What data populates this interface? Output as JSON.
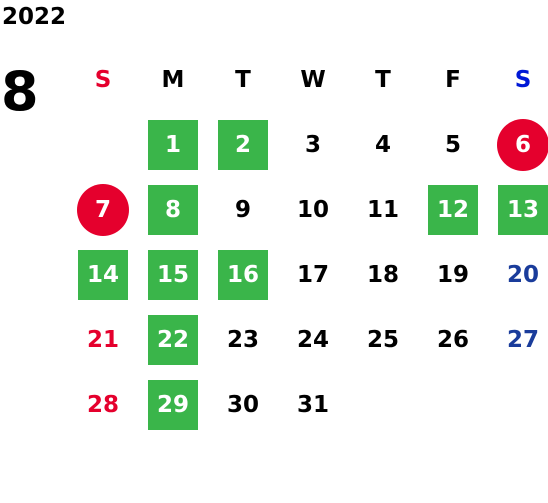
{
  "year": "2022",
  "month": "8",
  "weekdays": [
    {
      "label": "S",
      "color": "#e5002d"
    },
    {
      "label": "M",
      "color": "#000000"
    },
    {
      "label": "T",
      "color": "#000000"
    },
    {
      "label": "W",
      "color": "#000000"
    },
    {
      "label": "T",
      "color": "#000000"
    },
    {
      "label": "F",
      "color": "#000000"
    },
    {
      "label": "S",
      "color": "#0018d6"
    }
  ],
  "colors": {
    "closed_day_box": "#3ab54a",
    "holiday_circle": "#e5002d",
    "sunday_text": "#e5002d",
    "saturday_text": "#1a3c9b"
  },
  "days": [
    {
      "day": "1",
      "weekday": 1,
      "week": 0,
      "style": "green"
    },
    {
      "day": "2",
      "weekday": 2,
      "week": 0,
      "style": "green"
    },
    {
      "day": "3",
      "weekday": 3,
      "week": 0,
      "style": "plain"
    },
    {
      "day": "4",
      "weekday": 4,
      "week": 0,
      "style": "plain"
    },
    {
      "day": "5",
      "weekday": 5,
      "week": 0,
      "style": "plain"
    },
    {
      "day": "6",
      "weekday": 6,
      "week": 0,
      "style": "circle"
    },
    {
      "day": "7",
      "weekday": 0,
      "week": 1,
      "style": "circle"
    },
    {
      "day": "8",
      "weekday": 1,
      "week": 1,
      "style": "green"
    },
    {
      "day": "9",
      "weekday": 2,
      "week": 1,
      "style": "plain"
    },
    {
      "day": "10",
      "weekday": 3,
      "week": 1,
      "style": "plain"
    },
    {
      "day": "11",
      "weekday": 4,
      "week": 1,
      "style": "plain"
    },
    {
      "day": "12",
      "weekday": 5,
      "week": 1,
      "style": "green"
    },
    {
      "day": "13",
      "weekday": 6,
      "week": 1,
      "style": "green"
    },
    {
      "day": "14",
      "weekday": 0,
      "week": 2,
      "style": "green"
    },
    {
      "day": "15",
      "weekday": 1,
      "week": 2,
      "style": "green"
    },
    {
      "day": "16",
      "weekday": 2,
      "week": 2,
      "style": "green"
    },
    {
      "day": "17",
      "weekday": 3,
      "week": 2,
      "style": "plain"
    },
    {
      "day": "18",
      "weekday": 4,
      "week": 2,
      "style": "plain"
    },
    {
      "day": "19",
      "weekday": 5,
      "week": 2,
      "style": "plain"
    },
    {
      "day": "20",
      "weekday": 6,
      "week": 2,
      "style": "sat"
    },
    {
      "day": "21",
      "weekday": 0,
      "week": 3,
      "style": "sun"
    },
    {
      "day": "22",
      "weekday": 1,
      "week": 3,
      "style": "green"
    },
    {
      "day": "23",
      "weekday": 2,
      "week": 3,
      "style": "plain"
    },
    {
      "day": "24",
      "weekday": 3,
      "week": 3,
      "style": "plain"
    },
    {
      "day": "25",
      "weekday": 4,
      "week": 3,
      "style": "plain"
    },
    {
      "day": "26",
      "weekday": 5,
      "week": 3,
      "style": "plain"
    },
    {
      "day": "27",
      "weekday": 6,
      "week": 3,
      "style": "sat"
    },
    {
      "day": "28",
      "weekday": 0,
      "week": 4,
      "style": "sun"
    },
    {
      "day": "29",
      "weekday": 1,
      "week": 4,
      "style": "green"
    },
    {
      "day": "30",
      "weekday": 2,
      "week": 4,
      "style": "plain"
    },
    {
      "day": "31",
      "weekday": 3,
      "week": 4,
      "style": "plain"
    }
  ]
}
